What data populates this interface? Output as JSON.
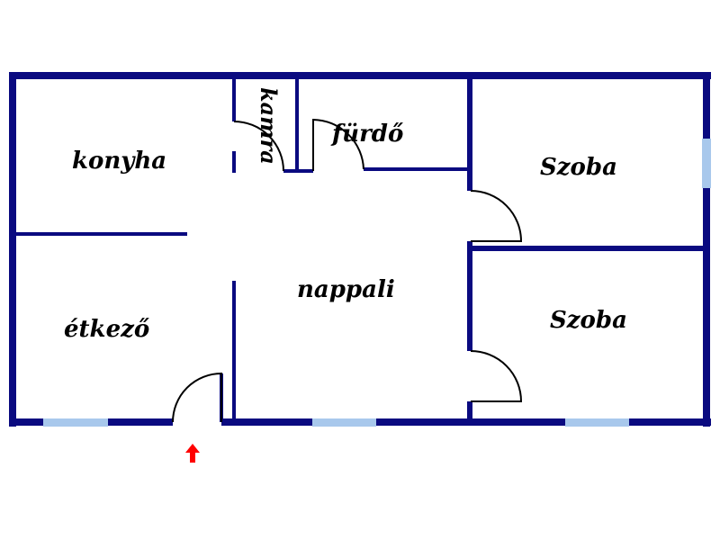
{
  "rooms": {
    "kitchen": "konyha",
    "pantry": "kamra",
    "bathroom": "fürdő",
    "living_room": "nappali",
    "dining": "étkező",
    "bedroom_top": "Szoba",
    "bedroom_bottom": "Szoba"
  },
  "colors": {
    "wall": "#0a0a80",
    "window": "#a8c8ec",
    "door": "#000000",
    "entrance_arrow": "#ff0000",
    "background": "#ffffff"
  },
  "icons": {
    "entrance": "entrance-arrow-icon"
  }
}
